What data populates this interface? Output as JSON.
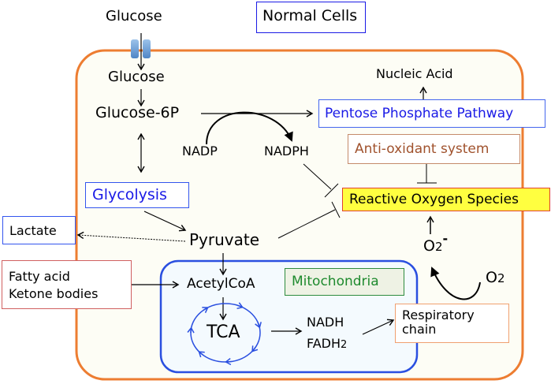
{
  "title": "Normal Cells",
  "colors": {
    "cell_border": "#ED7D31",
    "cell_fill": "#FDFDF5",
    "mito_border": "#2A4FE0",
    "mito_fill": "#F4FAFE",
    "pathway_blue": "#1A1AE6",
    "antioxidant_brown": "#A0522D",
    "ros_fill": "#FFFF40",
    "ros_border": "#E04030",
    "mito_label_green": "#1E8A2E",
    "transporter_blue": "#6A9FD8"
  },
  "nodes": {
    "glucose_outside": "Glucose",
    "glucose_inside": "Glucose",
    "glucose6p": "Glucose-6P",
    "nadp": "NADP",
    "nadph": "NADPH",
    "nucleic_acid": "Nucleic Acid",
    "ppp": "Pentose Phosphate Pathway",
    "antioxidant": "Anti-oxidant system",
    "ros": "Reactive Oxygen Species",
    "glycolysis": "Glycolysis",
    "lactate": "Lactate",
    "pyruvate": "Pyruvate",
    "fatty_line1": "Fatty acid",
    "fatty_line2": "Ketone bodies",
    "acetylcoa": "AcetylCoA",
    "mitochondria": "Mitochondria",
    "tca": "TCA",
    "nadh": "NADH",
    "fadh_base": "FADH",
    "fadh_sub": "2",
    "resp_line1": "Respiratory",
    "resp_line2": "chain",
    "o2_base": "O",
    "o2_sub": "2",
    "superoxide_base": "O",
    "superoxide_sub": "2",
    "superoxide_sup": "-"
  },
  "icons": {
    "transporter": "glucose-transporter-channel"
  }
}
